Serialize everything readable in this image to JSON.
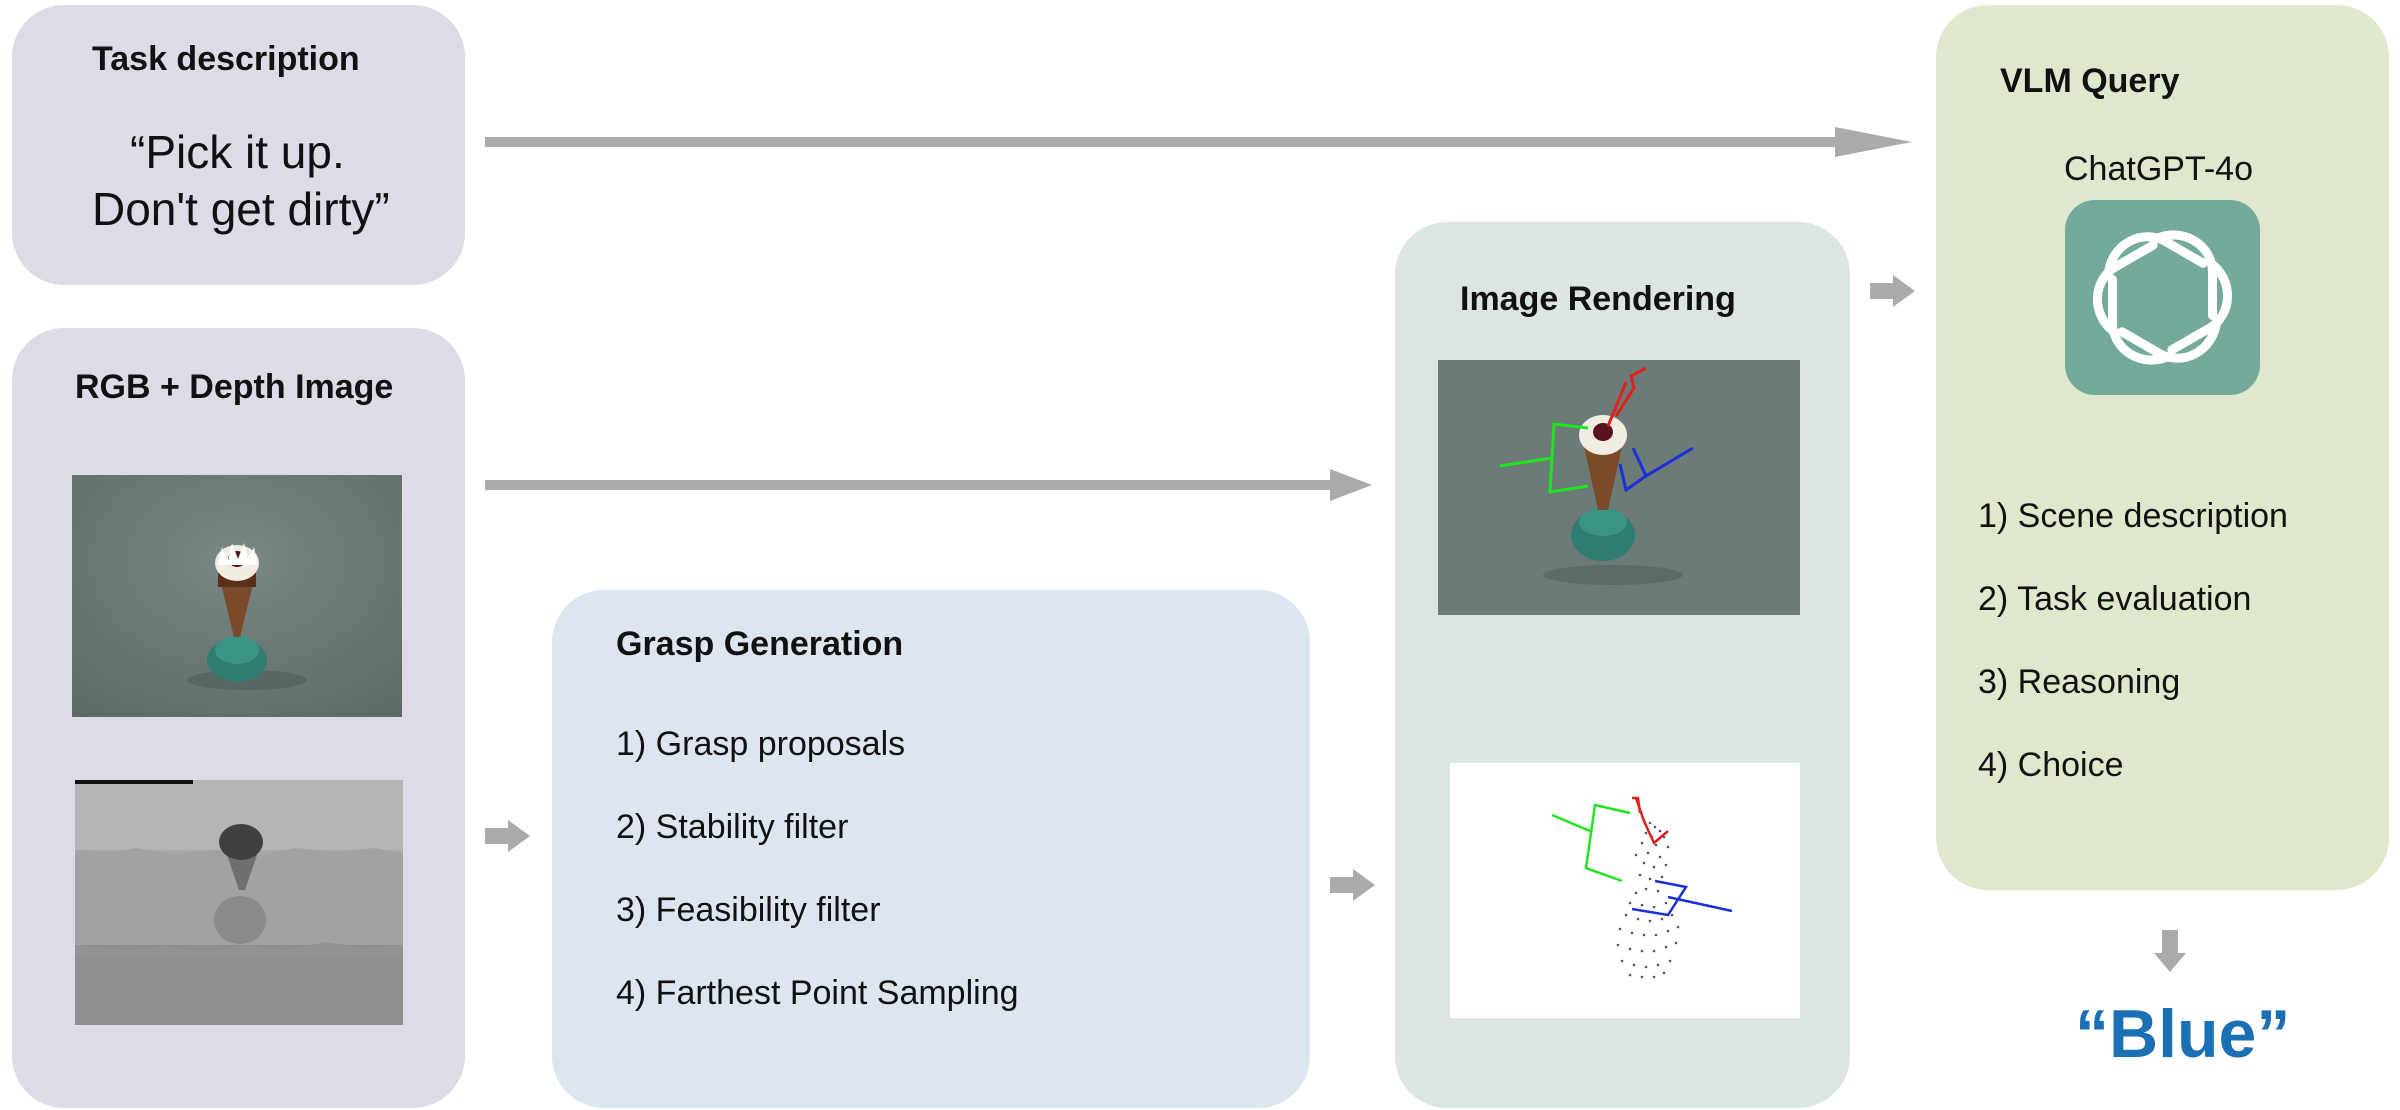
{
  "task": {
    "title": "Task description",
    "quote_line1": "“Pick it up.",
    "quote_line2": "Don't get dirty”"
  },
  "rgbd": {
    "title": "RGB + Depth Image"
  },
  "grasp": {
    "title": "Grasp Generation",
    "items": [
      "1) Grasp proposals",
      "2) Stability filter",
      "3) Feasibility filter",
      "4) Farthest Point Sampling"
    ]
  },
  "render": {
    "title": "Image Rendering"
  },
  "vlm": {
    "title": "VLM Query",
    "model": "ChatGPT-4o",
    "items": [
      "1) Scene description",
      "2) Task evaluation",
      "3) Reasoning",
      "4) Choice"
    ]
  },
  "answer": "“Blue”",
  "colors": {
    "arrow": "#aaaaaa",
    "answer": "#1a6fb5",
    "chatgpt_tile": "#74aa9c",
    "gripper_red": "#e0201a",
    "gripper_green": "#1fe41f",
    "gripper_blue": "#1a2fd8"
  }
}
